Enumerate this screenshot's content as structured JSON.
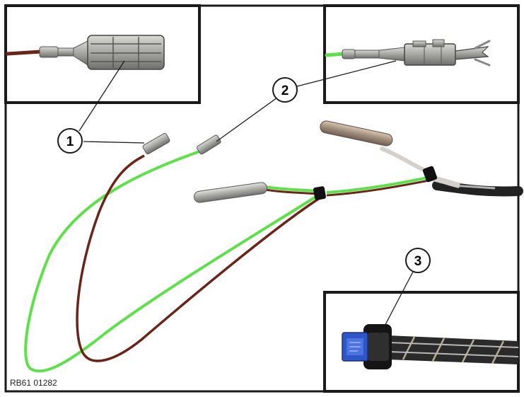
{
  "callouts": [
    {
      "label": "1"
    },
    {
      "label": "2"
    },
    {
      "label": "3"
    }
  ],
  "reference_code": "RB61 01282",
  "colors": {
    "frame": "#1a1a1a",
    "wire_green": "#5ee04a",
    "wire_brown": "#6b2418",
    "probe_metal": "#9a9a96",
    "cable_black": "#222222",
    "connector_blue": "#2f56c8"
  }
}
